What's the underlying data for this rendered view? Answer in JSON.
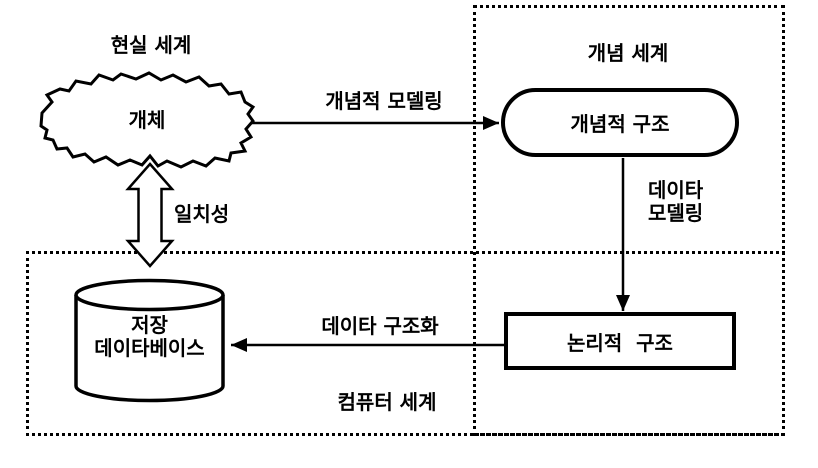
{
  "diagram": {
    "title_semantic": "database-modeling-worlds-diagram",
    "colors": {
      "background": "#ffffff",
      "line": "#000000",
      "text": "#000000"
    },
    "regions": {
      "real_world": {
        "label": "현실 세계"
      },
      "concept_world": {
        "label": "개념 세계"
      },
      "computer_world": {
        "label": "컴퓨터 세계"
      }
    },
    "nodes": {
      "entity": {
        "label": "개체",
        "shape": "cloud"
      },
      "conceptual_structure": {
        "label": "개념적 구조",
        "shape": "stadium"
      },
      "logical_structure": {
        "label": "논리적  구조",
        "shape": "rectangle"
      },
      "stored_database": {
        "label": "저장\n데이타베이스",
        "shape": "cylinder"
      }
    },
    "edges": {
      "conceptual_modeling": {
        "label": "개념적 모델링",
        "from": "entity",
        "to": "conceptual_structure",
        "style": "arrow-right"
      },
      "data_modeling": {
        "label": "데이타\n모델링",
        "from": "conceptual_structure",
        "to": "logical_structure",
        "style": "arrow-down"
      },
      "data_structuring": {
        "label": "데이타 구조화",
        "from": "logical_structure",
        "to": "stored_database",
        "style": "arrow-left"
      },
      "consistency": {
        "label": "일치성",
        "from": "entity",
        "to": "stored_database",
        "style": "hollow-double-arrow"
      }
    }
  }
}
